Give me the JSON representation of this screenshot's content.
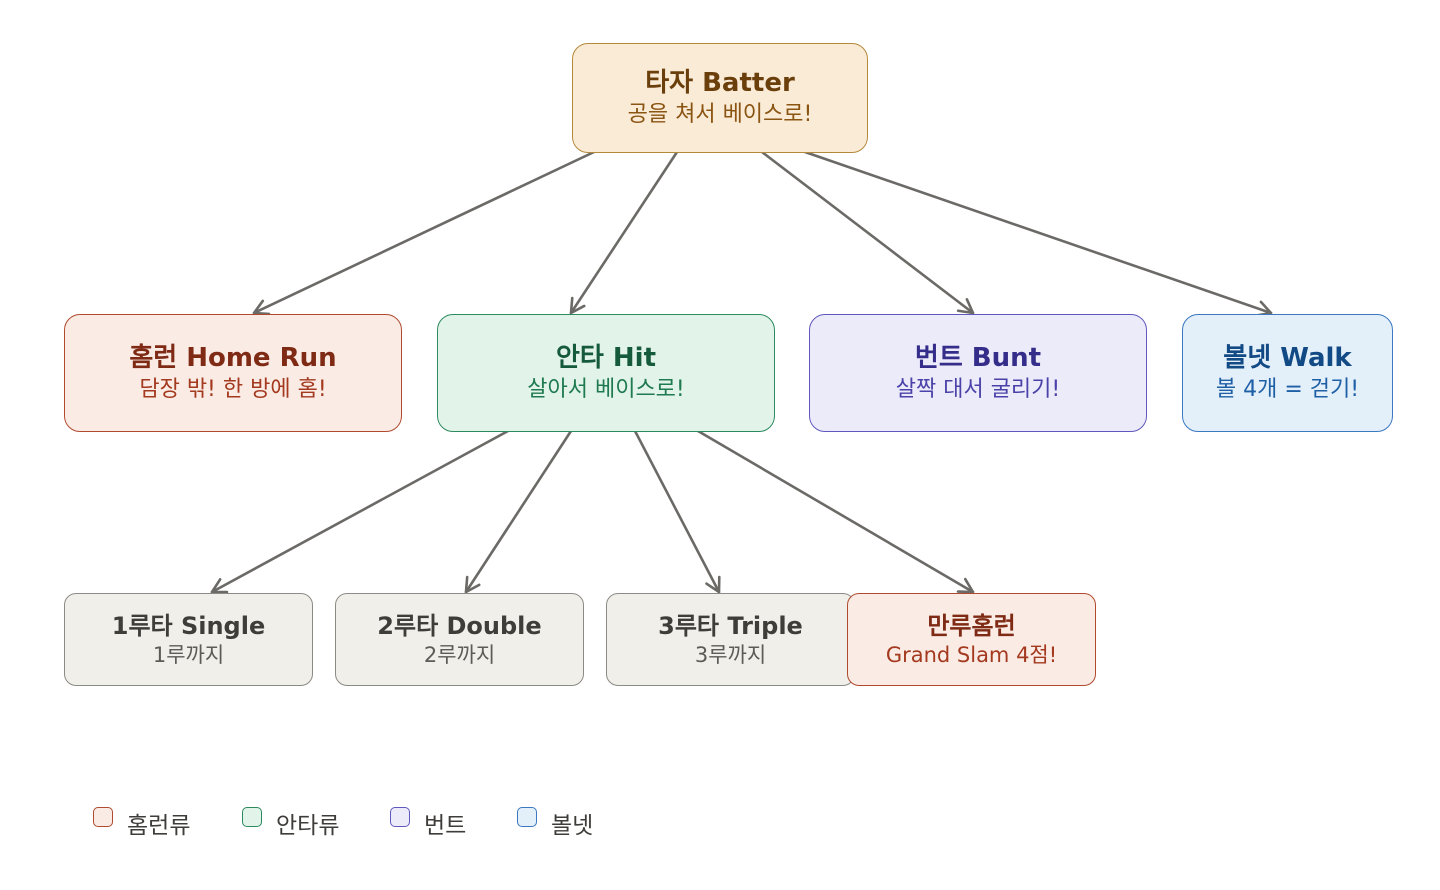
{
  "nodes": {
    "batter": {
      "title": "타자 Batter",
      "sub": "공을 쳐서 베이스로!"
    },
    "homerun": {
      "title": "홈런 Home Run",
      "sub": "담장 밖! 한 방에 홈!"
    },
    "hit": {
      "title": "안타 Hit",
      "sub": "살아서 베이스로!"
    },
    "bunt": {
      "title": "번트 Bunt",
      "sub": "살짝 대서 굴리기!"
    },
    "walk": {
      "title": "볼넷 Walk",
      "sub": "볼 4개 = 걷기!"
    },
    "single": {
      "title": "1루타 Single",
      "sub": "1루까지"
    },
    "double": {
      "title": "2루타 Double",
      "sub": "2루까지"
    },
    "triple": {
      "title": "3루타 Triple",
      "sub": "3루까지"
    },
    "grandslam": {
      "title": "만루홈런",
      "sub": "Grand Slam 4점!"
    }
  },
  "edges": [
    [
      "batter",
      "homerun"
    ],
    [
      "batter",
      "hit"
    ],
    [
      "batter",
      "bunt"
    ],
    [
      "batter",
      "walk"
    ],
    [
      "hit",
      "single"
    ],
    [
      "hit",
      "double"
    ],
    [
      "hit",
      "triple"
    ],
    [
      "hit",
      "grandslam"
    ]
  ],
  "legend": [
    {
      "label": "홈런류",
      "color": "#b04a2f",
      "fill": "#fbebe5"
    },
    {
      "label": "안타류",
      "color": "#2c8a5f",
      "fill": "#e2f3ea"
    },
    {
      "label": "번트",
      "color": "#6058bd",
      "fill": "#ecebfa"
    },
    {
      "label": "볼넷",
      "color": "#3a78c2",
      "fill": "#e3eff9"
    }
  ],
  "colors": {
    "edge": "#6b6a66"
  }
}
